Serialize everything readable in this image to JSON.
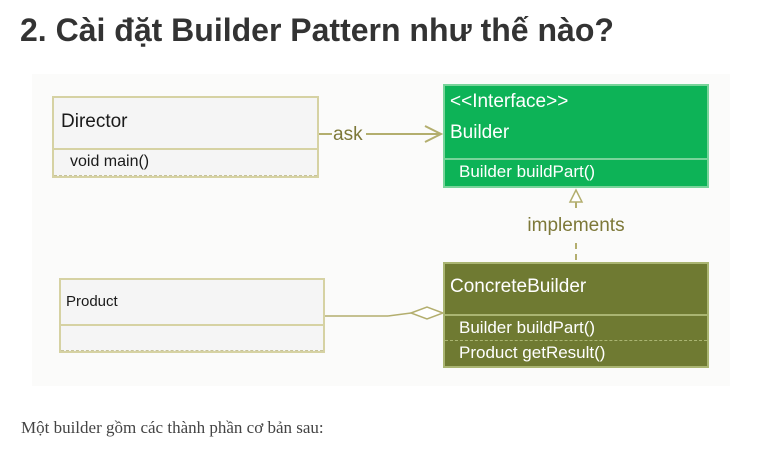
{
  "heading": "2. Cài đặt Builder Pattern như thế nào?",
  "diagram": {
    "director": {
      "name": "Director",
      "operation": "void main()"
    },
    "builder": {
      "stereotype": "<<Interface>>",
      "name": "Builder",
      "operation": "Builder buildPart()"
    },
    "concrete_builder": {
      "name": "ConcreteBuilder",
      "operations": [
        "Builder buildPart()",
        "Product getResult()"
      ]
    },
    "product": {
      "name": "Product"
    },
    "relations": {
      "ask": "ask",
      "implements": "implements"
    },
    "colors": {
      "builder_fill": "#0db357",
      "concrete_fill": "#6f7a32",
      "connector": "#b3ae6e",
      "relation_label": "#7d7838"
    }
  },
  "intro_text": "Một builder gồm các thành phần cơ bản sau:"
}
